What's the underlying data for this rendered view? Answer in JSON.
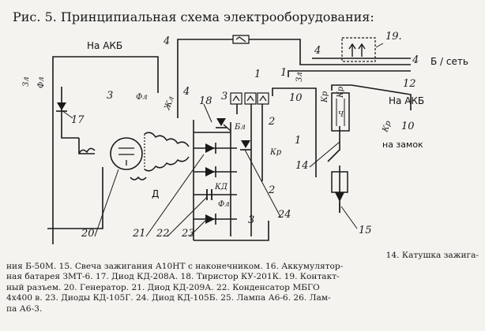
{
  "title": "Рис. 5. Принципиальная схема электрооборудования:",
  "labels": {
    "akb_top": "На АКБ",
    "akb_right": "На АКБ",
    "b_set": "Б / сеть",
    "na_zamok": "на замок",
    "d": "Д"
  },
  "wire_numbers": {
    "w4_top": "4",
    "w4_box": "4",
    "w4_right": "4",
    "w12": "12",
    "w10_right": "10",
    "w3_left": "3",
    "w3_diodes": "3",
    "w4_mid": "4",
    "w1_a": "1",
    "w1_b": "1",
    "w10_mid": "10",
    "w2_a": "2",
    "w2_b": "2",
    "w3_bottom": "3",
    "w1_c": "1"
  },
  "wire_letters": {
    "zl_left": "Зл",
    "fl_a": "Фл",
    "jl": "Жл",
    "bl": "Бл",
    "kr_a": "Кр",
    "kr_b": "Кр",
    "kr_c": "Кр",
    "fl_b": "Фл",
    "kd": "КД",
    "ch": "Ч",
    "fl_c": "Фл",
    "zl_right": "Зл",
    "kr_right": "Кр"
  },
  "callouts": {
    "c17": "17",
    "c18": "18",
    "c19": "19.",
    "c20": "20",
    "c21": "21",
    "c22": "22",
    "c23": "23",
    "c24": "24",
    "c14": "14",
    "c15": "15"
  },
  "caption": {
    "line1": "14. Катушка зажига-",
    "line2": "ния Б-50М. 15. Свеча зажигания А10НТ с наконечником. 16. Аккумулятор-",
    "line3": "ная батарея ЗМТ-6. 17. Диод КД-208А. 18. Тиристор КУ-201К. 19. Контакт-",
    "line4": "ный разъем. 20. Генератор. 21. Диод КД-209А. 22. Конденсатор МБГО",
    "line5": "4х400 в. 23. Диоды КД-105Г. 24. Диод КД-105Б. 25. Лампа А6-6. 26. Лам-",
    "line6": "па А6-3."
  },
  "colors": {
    "ink": "#1a1a1a",
    "paper": "#f4f3ef"
  }
}
